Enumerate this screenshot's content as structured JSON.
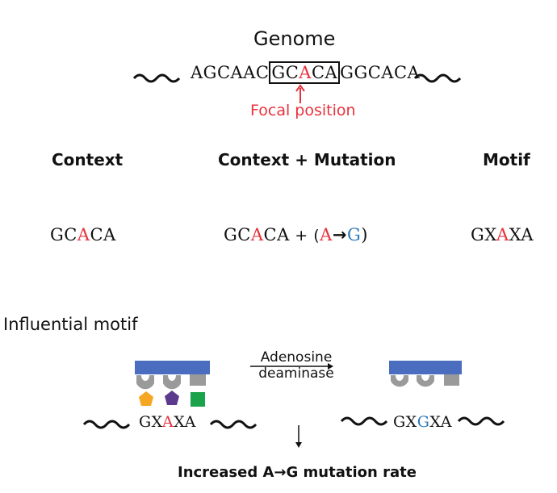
{
  "genome": {
    "title": "Genome",
    "seq_left": "AGCAAC",
    "seq_box_pre": "GC",
    "seq_box_focal": "A",
    "seq_box_post": "CA",
    "seq_right": "GGCACA",
    "focal_label": "Focal position"
  },
  "headers": {
    "context": "Context",
    "context_mutation": "Context + Mutation",
    "motif": "Motif"
  },
  "context": {
    "pre": "GC",
    "focal": "A",
    "post": "CA"
  },
  "context_mutation": {
    "pre": "GC",
    "focal": "A",
    "post": "CA",
    "plus": " + (",
    "from": "A",
    "arrow": "→",
    "to": "G",
    "close": ")"
  },
  "motif": {
    "pre": "GX",
    "focal": "A",
    "post": "XA"
  },
  "influential": {
    "label": "Influential motif",
    "enzyme_top": "Adenosine",
    "enzyme_bottom": "deaminase",
    "seq_before": {
      "pre": "GX",
      "focal": "A",
      "post": "XA"
    },
    "seq_after": {
      "pre": "GX",
      "focal": "G",
      "post": "XA"
    },
    "result": "Increased A→G mutation rate"
  },
  "colors": {
    "focal": "#e8323c",
    "mutated": "#2f7ab9",
    "protein": "#4a6dbf",
    "pocket": "#9a9a9a",
    "pentagon": "#f5a623",
    "pentagon_purple": "#5b3a8e",
    "square_green": "#1aa34a"
  }
}
